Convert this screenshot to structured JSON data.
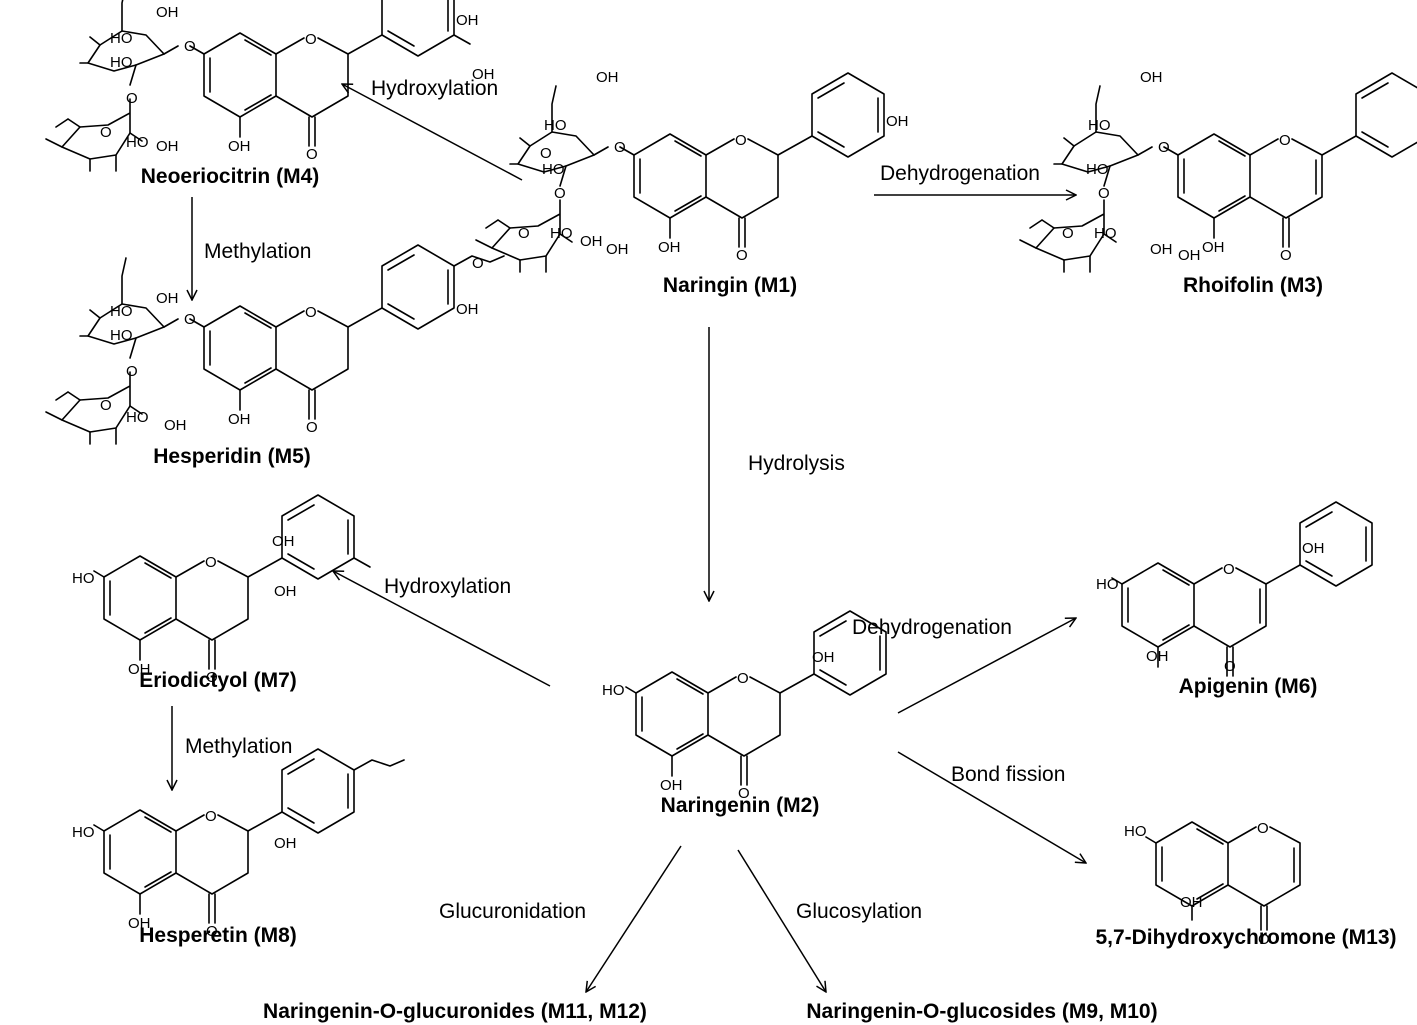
{
  "compounds": {
    "m1": {
      "name": "Naringin (M1)",
      "structure_icon": "flavanone-glycoside-structure-icon"
    },
    "m2": {
      "name": "Naringenin (M2)",
      "structure_icon": "flavanone-structure-icon"
    },
    "m3": {
      "name": "Rhoifolin (M3)",
      "structure_icon": "flavone-glycoside-structure-icon"
    },
    "m4": {
      "name": "Neoeriocitrin (M4)",
      "structure_icon": "flavanone-glycoside-structure-icon"
    },
    "m5": {
      "name": "Hesperidin (M5)",
      "structure_icon": "flavanone-glycoside-structure-icon"
    },
    "m6": {
      "name": "Apigenin (M6)",
      "structure_icon": "flavone-structure-icon"
    },
    "m7": {
      "name": "Eriodictyol (M7)",
      "structure_icon": "flavanone-structure-icon"
    },
    "m8": {
      "name": "Hesperetin (M8)",
      "structure_icon": "flavanone-structure-icon"
    },
    "m13": {
      "name": "5,7-Dihydroxychromone (M13)",
      "structure_icon": "chromone-structure-icon"
    },
    "m11_m12": {
      "name": "Naringenin-O-glucuronides  (M11, M12)"
    },
    "m9_m10": {
      "name": "Naringenin-O-glucosides  (M9, M10)"
    }
  },
  "reactions": {
    "hydroxylation_m1_m4": "Hydroxylation",
    "dehydrogenation_m1_m3": "Dehydrogenation",
    "methylation_m4_m5": "Methylation",
    "hydrolysis_m1_m2": "Hydrolysis",
    "hydroxylation_m2_m7": "Hydroxylation",
    "dehydrogenation_m2_m6": "Dehydrogenation",
    "methylation_m7_m8": "Methylation",
    "bond_fission_m2_m13": "Bond fission",
    "glucuronidation_m2": "Glucuronidation",
    "glucosylation_m2": "Glucosylation"
  },
  "atoms": {
    "oh": "OH",
    "ho": "HO",
    "o": "O"
  }
}
